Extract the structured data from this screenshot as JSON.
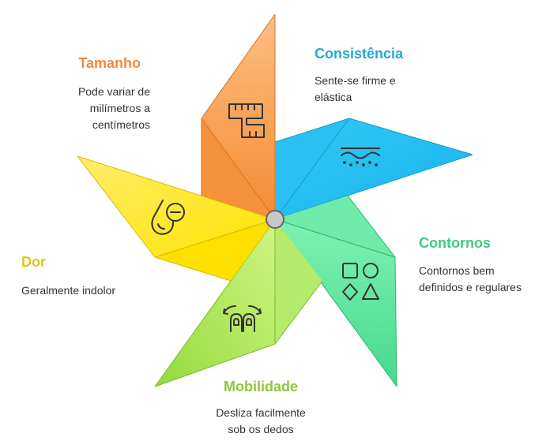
{
  "colors": {
    "tamanho": "#F08A3C",
    "consistencia": "#23A8D8",
    "contornos": "#3DCB7E",
    "mobilidade": "#8CC63F",
    "dor": "#E2C41A",
    "text": "#333333"
  },
  "sections": {
    "tamanho": {
      "title": "Tamanho",
      "lines": [
        "Pode variar de",
        "milímetros a",
        "centímetros"
      ],
      "icon": "ruler-icon"
    },
    "consistencia": {
      "title": "Consistência",
      "lines": [
        "Sente-se firme e",
        "elástica"
      ],
      "icon": "texture-wave-icon"
    },
    "contornos": {
      "title": "Contornos",
      "lines": [
        "Contornos bem",
        "definidos e regulares"
      ],
      "icon": "shapes-icon"
    },
    "mobilidade": {
      "title": "Mobilidade",
      "lines": [
        "Desliza facilmente",
        "sob os dedos"
      ],
      "icon": "fingers-slide-icon"
    },
    "dor": {
      "title": "Dor",
      "lines": [
        "Geralmente indolor"
      ],
      "icon": "pain-minus-icon"
    }
  }
}
